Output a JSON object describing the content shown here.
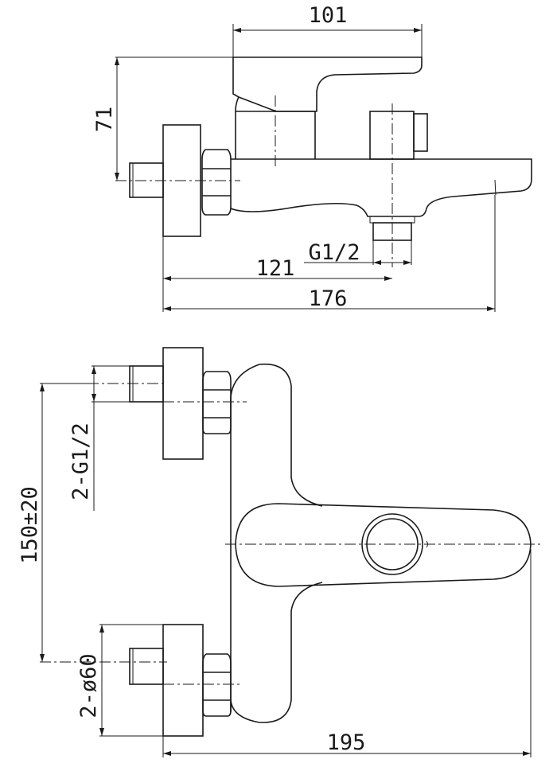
{
  "drawing": {
    "title": "Bath mixer technical drawing",
    "line_color": "#1a1a1a",
    "side_view": {
      "dim_lever_length": "101",
      "dim_height": "71",
      "dim_outlet_thread": "G1/2",
      "dim_outlet_distance": "121",
      "dim_total_depth": "176"
    },
    "front_view": {
      "dim_inlet_thread": "2-G1/2",
      "dim_inlet_spacing": "150±20",
      "dim_flange_diameter": "2-ø60",
      "dim_total_width": "195"
    }
  }
}
